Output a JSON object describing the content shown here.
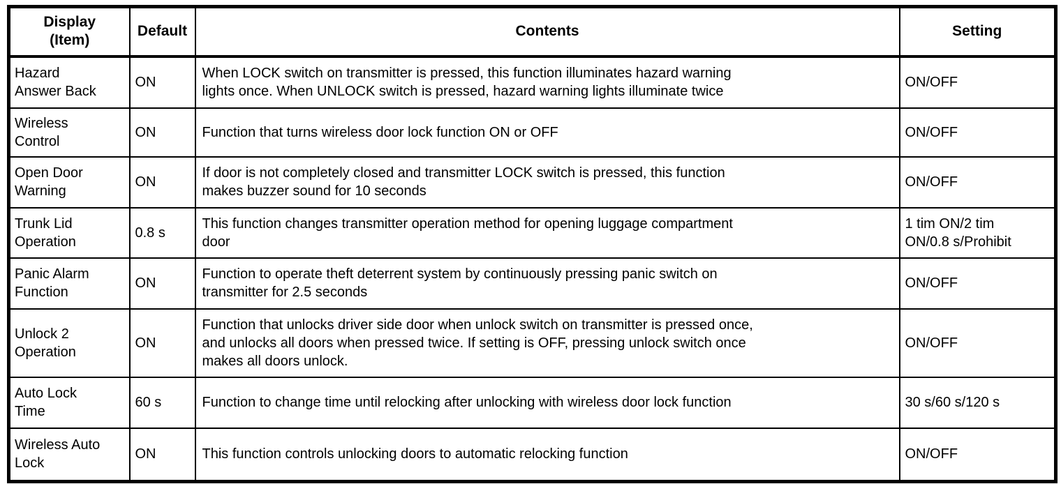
{
  "colors": {
    "background": "#ffffff",
    "text": "#000000",
    "border": "#000000"
  },
  "table": {
    "headers": {
      "display": "Display\n(Item)",
      "default": "Default",
      "contents": "Contents",
      "setting": "Setting"
    },
    "rows": [
      {
        "item": "Hazard\nAnswer Back",
        "default": "ON",
        "contents": "When LOCK switch on transmitter is pressed, this function illuminates hazard warning\nlights once. When UNLOCK switch is pressed, hazard warning lights illuminate twice",
        "setting": "ON/OFF"
      },
      {
        "item": "Wireless\nControl",
        "default": "ON",
        "contents": "Function that turns wireless door lock function ON or OFF",
        "setting": "ON/OFF"
      },
      {
        "item": "Open Door\nWarning",
        "default": "ON",
        "contents": "If door is not completely closed and transmitter LOCK switch is pressed, this function\nmakes buzzer sound for 10 seconds",
        "setting": "ON/OFF"
      },
      {
        "item": "Trunk Lid\nOperation",
        "default": "0.8 s",
        "contents": "This function changes transmitter operation method for opening luggage compartment\ndoor",
        "setting": "1 tim ON/2 tim\nON/0.8 s/Prohibit"
      },
      {
        "item": "Panic Alarm\nFunction",
        "default": "ON",
        "contents": "Function to operate theft deterrent system by continuously pressing panic switch on\ntransmitter for 2.5 seconds",
        "setting": "ON/OFF"
      },
      {
        "item": "Unlock 2\nOperation",
        "default": "ON",
        "contents": "Function that unlocks driver side door when unlock switch on transmitter is pressed once,\nand unlocks all doors when pressed twice. If setting is OFF, pressing unlock switch once\nmakes all doors unlock.",
        "setting": "ON/OFF"
      },
      {
        "item": "Auto Lock\nTime",
        "default": "60 s",
        "contents": "Function to change time until relocking after unlocking with wireless door lock function",
        "setting": "30 s/60 s/120 s"
      },
      {
        "item": "Wireless Auto\nLock",
        "default": "ON",
        "contents": "This function controls unlocking doors to automatic relocking function",
        "setting": "ON/OFF"
      }
    ]
  }
}
